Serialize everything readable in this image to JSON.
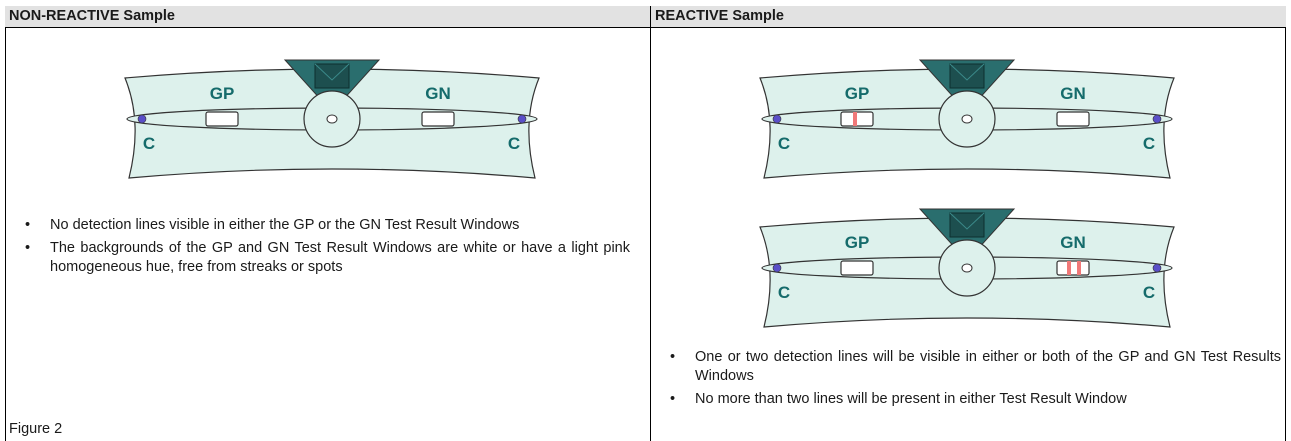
{
  "headers": {
    "left": "NON-REACTIVE Sample",
    "right": "REACTIVE Sample"
  },
  "device_labels": {
    "gp": "GP",
    "gn": "GN",
    "control": "C"
  },
  "left_panel": {
    "bullets": [
      "No detection lines visible in either the GP or the GN Test Result Windows",
      "The backgrounds of the GP and GN Test Result Windows are white or have a light pink homogeneous hue, free from streaks or spots"
    ],
    "caption": "Figure 2"
  },
  "right_panel": {
    "bullets": [
      "One or two detection lines will be visible in either or both of the GP and GN Test Results Windows",
      "No more than two lines will be present in either Test Result Window"
    ]
  },
  "devices": [
    {
      "panel": "non-reactive",
      "gp_lines": 0,
      "gn_lines": 0
    },
    {
      "panel": "reactive",
      "gp_lines": 1,
      "gn_lines": 0
    },
    {
      "panel": "reactive",
      "gp_lines": 0,
      "gn_lines": 2
    }
  ],
  "colors": {
    "device_fill": "#ddf1ec",
    "device_top": "#2a6e6e",
    "label": "#156b6b",
    "detection_line": "#f07878",
    "control_dot": "#5a4fc9",
    "header_bg": "#e2e2e2"
  },
  "bullet_glyph": "•"
}
